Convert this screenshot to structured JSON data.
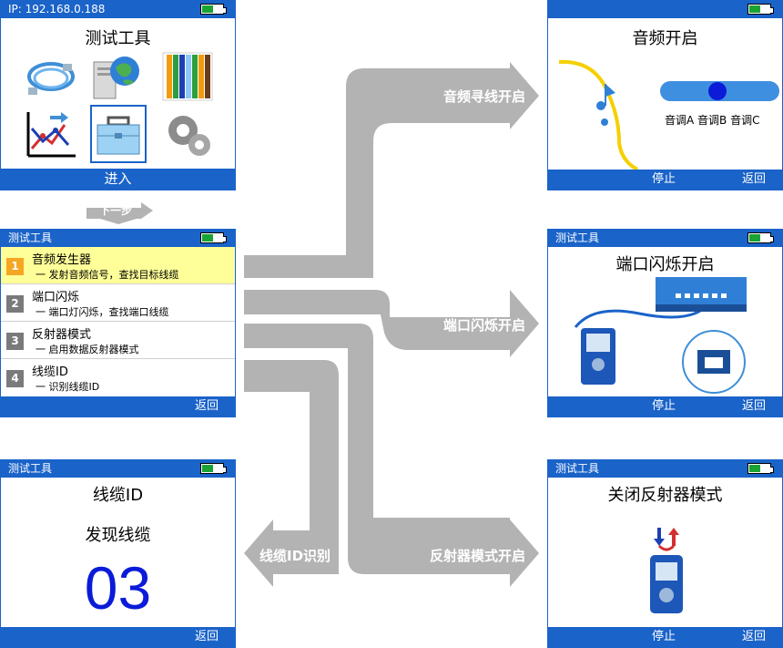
{
  "arrows": {
    "next_step": "下一步",
    "audio_on": "音频寻线开启",
    "port_flash_on": "端口闪烁开启",
    "reflector_on": "反射器模式开启",
    "cable_id": "线缆ID识别"
  },
  "main_screen": {
    "ip": "IP: 192.168.0.188",
    "title": "测试工具",
    "enter": "进入",
    "icons": [
      "cable-icon",
      "computer-globe-icon",
      "wires-icon",
      "chart-icon",
      "toolbox-icon",
      "gears-icon"
    ]
  },
  "menu_screen": {
    "header": "测试工具",
    "items": [
      {
        "num": "1",
        "label": "音频发生器",
        "desc": "一 发射音频信号，查找目标线缆"
      },
      {
        "num": "2",
        "label": "端口闪烁",
        "desc": "一 端口灯闪烁，查找端口线缆"
      },
      {
        "num": "3",
        "label": "反射器模式",
        "desc": "一 启用数据反射器模式"
      },
      {
        "num": "4",
        "label": "线缆ID",
        "desc": "一 识别线缆ID"
      }
    ],
    "back": "返回"
  },
  "cableid_screen": {
    "header": "测试工具",
    "title": "线缆ID",
    "status": "发现线缆",
    "number": "03",
    "back": "返回"
  },
  "audio_screen": {
    "title": "音频开启",
    "tones": "音调A 音调B 音调C",
    "stop": "停止",
    "back": "返回"
  },
  "portflash_screen": {
    "header": "测试工具",
    "title": "端口闪烁开启",
    "stop": "停止",
    "back": "返回"
  },
  "reflector_screen": {
    "header": "测试工具",
    "title": "关闭反射器模式",
    "stop": "停止",
    "back": "返回"
  },
  "colors": {
    "accent_blue": "#1a63c9",
    "highlight": "#ffff99",
    "arrow_gray": "#b3b3b3",
    "number_blue": "#0b1bd8",
    "battery_green": "#19a332"
  }
}
